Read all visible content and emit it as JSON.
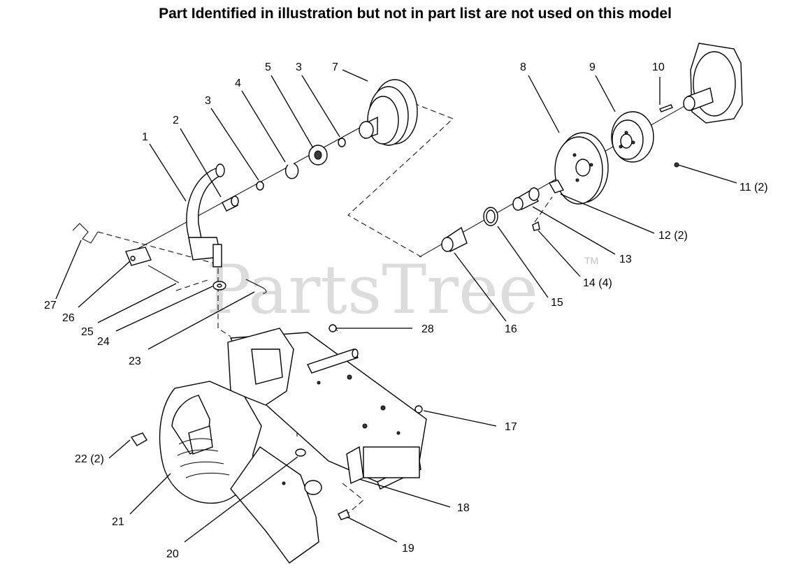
{
  "header": {
    "notice": "Part Identified in illustration but not in part list are not used on this model"
  },
  "watermark": {
    "text": "PartsTree",
    "trademark": "TM"
  },
  "callouts": [
    {
      "id": "c1",
      "label": "1"
    },
    {
      "id": "c2",
      "label": "2"
    },
    {
      "id": "c3a",
      "label": "3"
    },
    {
      "id": "c4",
      "label": "4"
    },
    {
      "id": "c5",
      "label": "5"
    },
    {
      "id": "c3b",
      "label": "3"
    },
    {
      "id": "c7",
      "label": "7"
    },
    {
      "id": "c8",
      "label": "8"
    },
    {
      "id": "c9",
      "label": "9"
    },
    {
      "id": "c10",
      "label": "10"
    },
    {
      "id": "c11",
      "label": "11 (2)"
    },
    {
      "id": "c12",
      "label": "12 (2)"
    },
    {
      "id": "c13",
      "label": "13"
    },
    {
      "id": "c14",
      "label": "14 (4)"
    },
    {
      "id": "c15",
      "label": "15"
    },
    {
      "id": "c16",
      "label": "16"
    },
    {
      "id": "c17",
      "label": "17"
    },
    {
      "id": "c18",
      "label": "18"
    },
    {
      "id": "c19",
      "label": "19"
    },
    {
      "id": "c20",
      "label": "20"
    },
    {
      "id": "c21",
      "label": "21"
    },
    {
      "id": "c22",
      "label": "22 (2)"
    },
    {
      "id": "c23",
      "label": "23"
    },
    {
      "id": "c24",
      "label": "24"
    },
    {
      "id": "c25",
      "label": "25"
    },
    {
      "id": "c26",
      "label": "26"
    },
    {
      "id": "c27",
      "label": "27"
    },
    {
      "id": "c28",
      "label": "28"
    }
  ]
}
